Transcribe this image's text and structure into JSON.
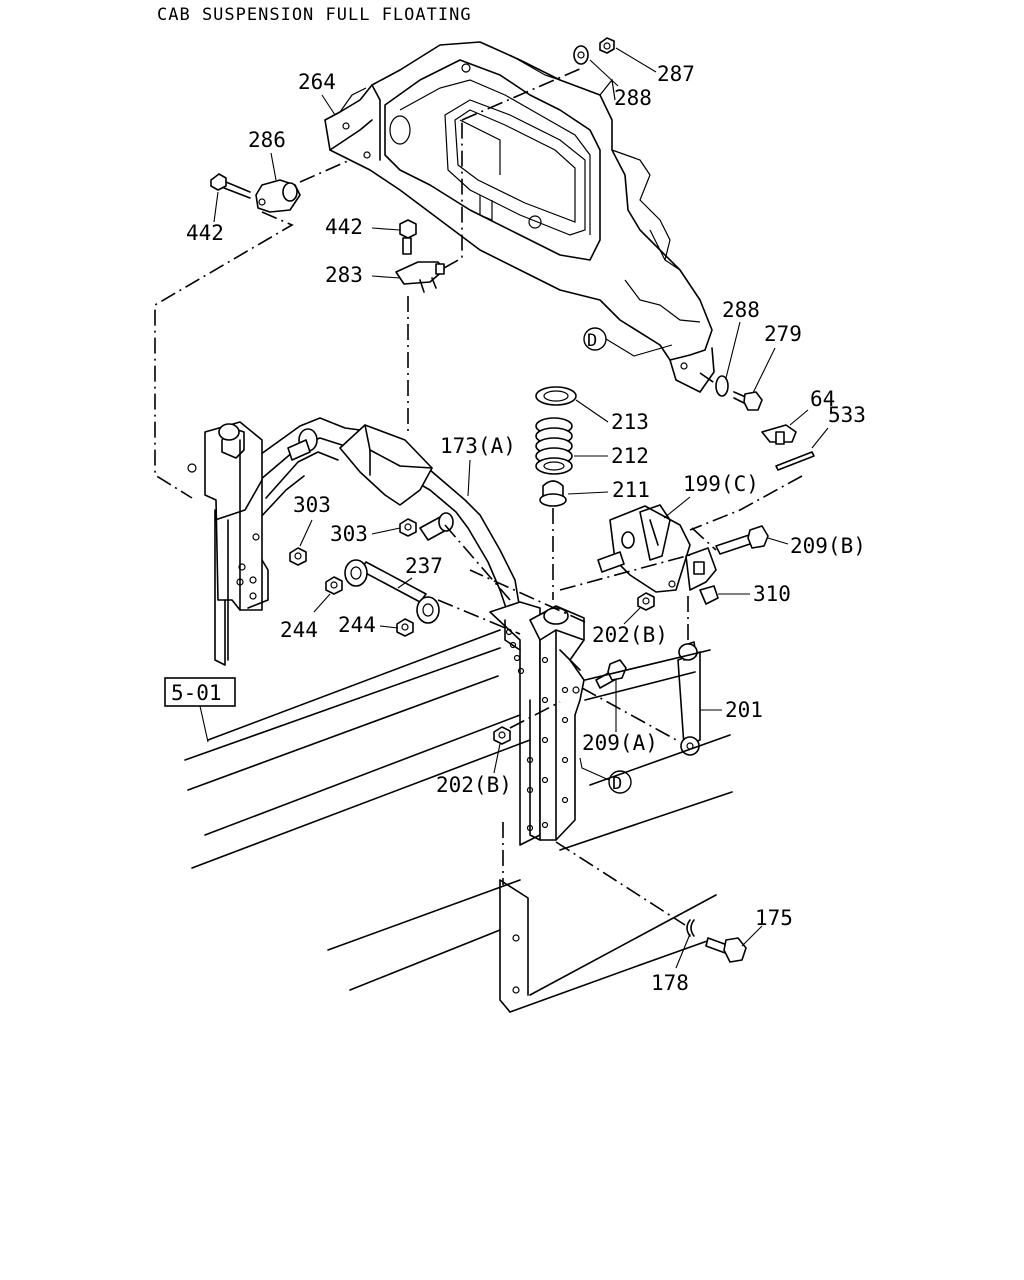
{
  "title": "CAB SUSPENSION FULL FLOATING",
  "reference_box": "5-01",
  "circle_marker": "D",
  "labels": {
    "l264": "264",
    "l286": "286",
    "l442a": "442",
    "l442b": "442",
    "l283": "283",
    "l287": "287",
    "l288a": "288",
    "l288b": "288",
    "l279": "279",
    "l64": "64",
    "l533": "533",
    "l213": "213",
    "l212": "212",
    "l211": "211",
    "l173a": "173(A)",
    "l199c": "199(C)",
    "l209b": "209(B)",
    "l310": "310",
    "l303a": "303",
    "l303b": "303",
    "l237": "237",
    "l244a": "244",
    "l244b": "244",
    "l202b_top": "202(B)",
    "l202b_bot": "202(B)",
    "l201": "201",
    "l209a": "209(A)",
    "l175": "175",
    "l178": "178"
  }
}
